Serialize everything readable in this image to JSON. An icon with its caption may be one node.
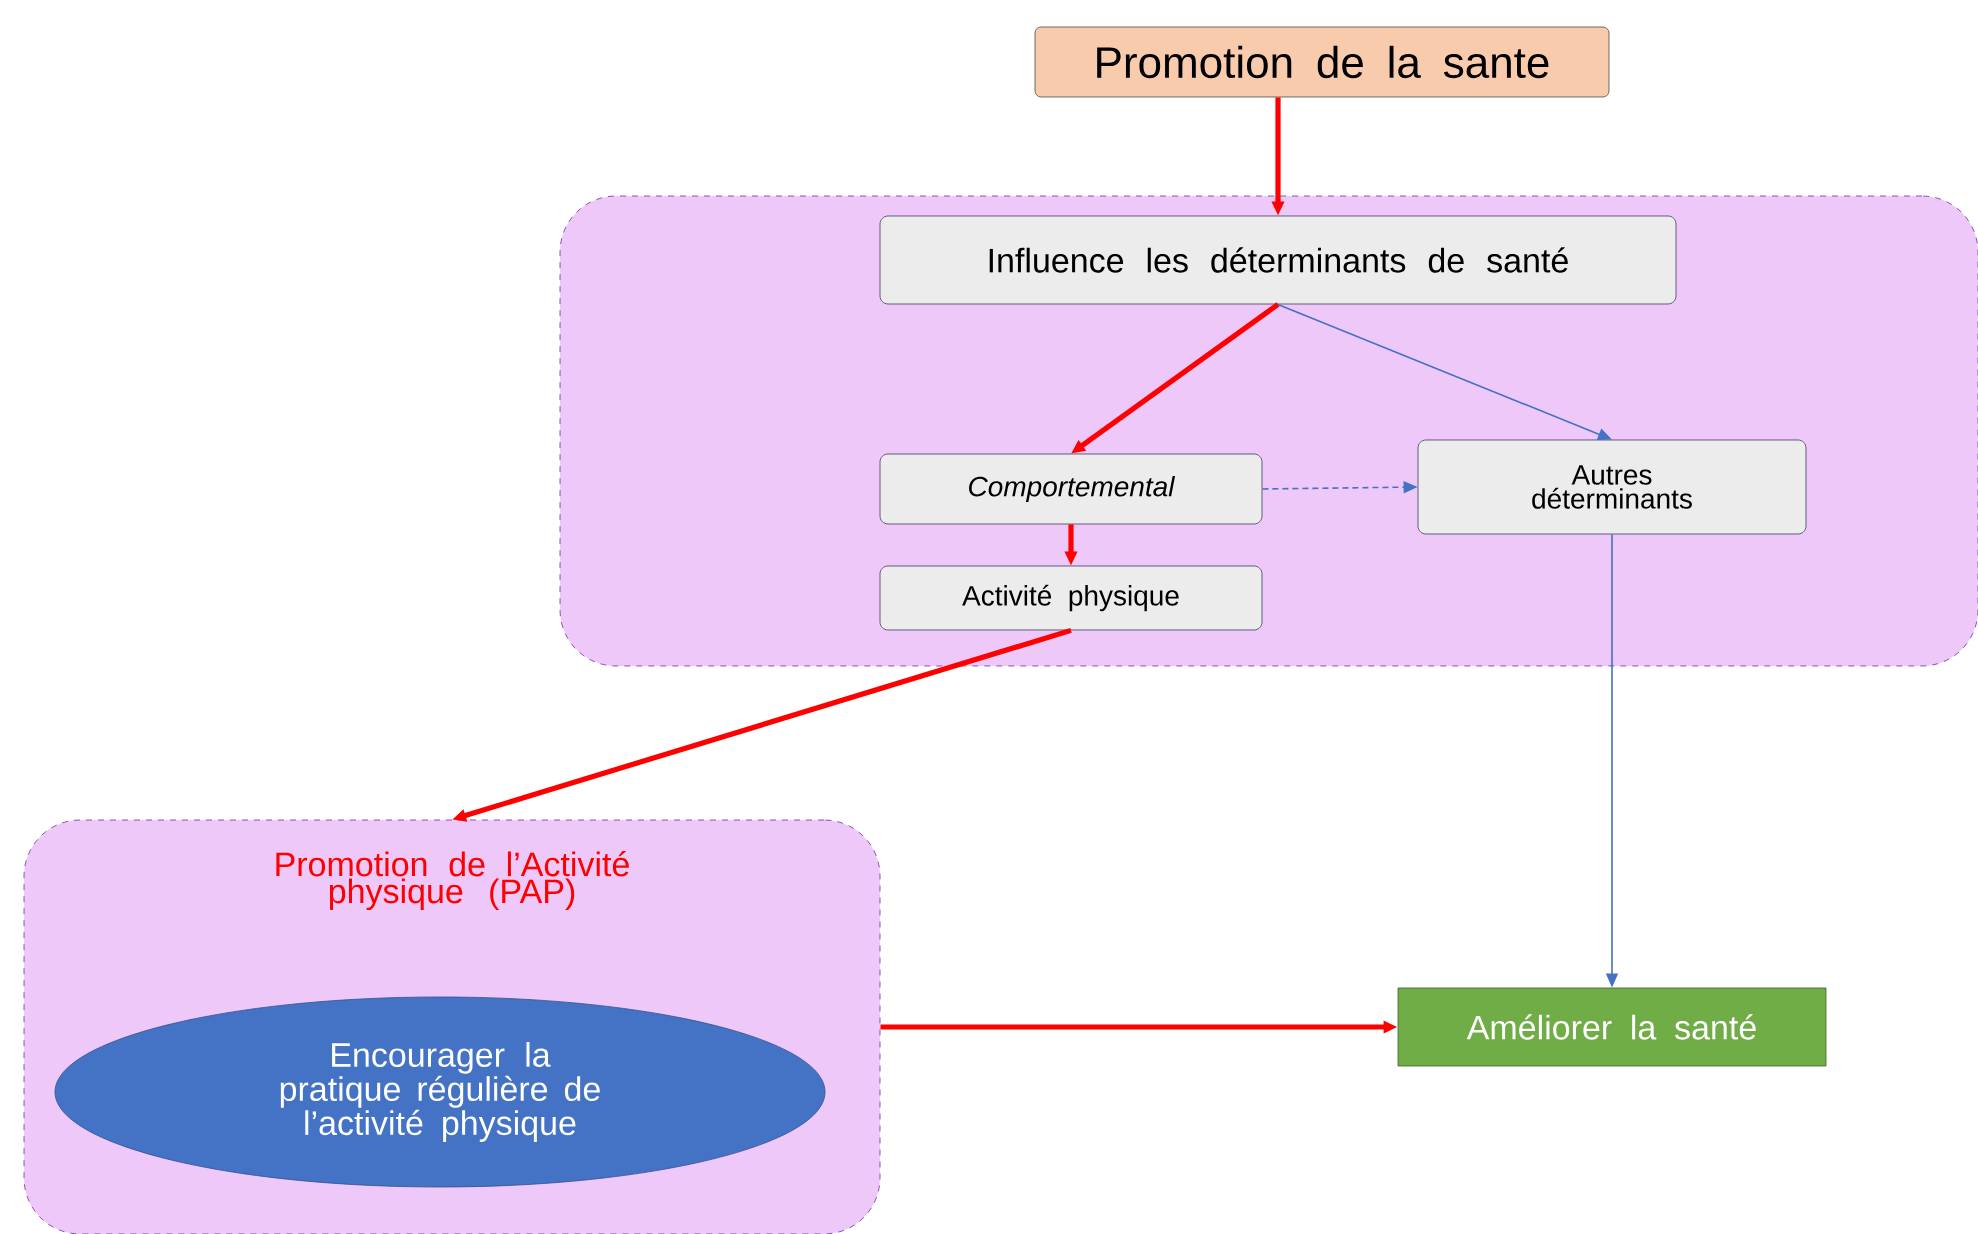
{
  "diagram": {
    "nodes": [
      {
        "text": [
          "Promotion de la sante"
        ]
      },
      {
        "text": [],
        "shape": "box"
      },
      {
        "text": [
          "Influence les déterminants de santé"
        ],
        "in": 1
      },
      {
        "text": [
          "Comportemental"
        ],
        "in": 1
      },
      {
        "text": [
          "Autres déterminants"
        ],
        "in": 1
      },
      {
        "text": [
          "Activité physique"
        ],
        "in": 1
      },
      {
        "text": [
          "Promotion de l’Activité physique (PAP)"
        ]
      },
      {
        "text": [
          "Encourager la pratique régulière de l’activité physique"
        ],
        "in": 6
      },
      {
        "text": [
          "Améliorer la santé"
        ]
      }
    ],
    "edges": [
      {
        "from": 0,
        "to": 2,
        "arrow": "to"
      },
      {
        "from": 2,
        "to": 3,
        "arrow": "to"
      },
      {
        "from": 2,
        "to": 4,
        "arrow": "to",
        "color": "#4472c4"
      },
      {
        "from": 3,
        "to": 4,
        "arrow": "to",
        "style": "dashed",
        "color": "#4472c4"
      },
      {
        "from": 3,
        "to": 5,
        "arrow": "to"
      },
      {
        "from": 5,
        "to": 6,
        "arrow": "to"
      },
      {
        "from": 4,
        "to": 8,
        "arrow": "to",
        "color": "#4472c4"
      },
      {
        "from": 6,
        "to": 8,
        "arrow": "to"
      }
    ]
  }
}
